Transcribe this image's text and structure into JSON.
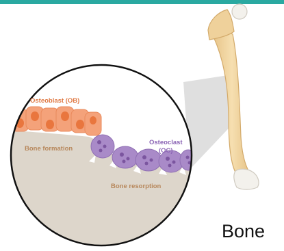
{
  "labels": {
    "osteoblast": "Osteoblast (OB)",
    "bone_formation": "Bone formation",
    "osteoclast_line1": "Osteoclast",
    "osteoclast_line2": "(OC)",
    "bone_resorption": "Bone resorption",
    "bone": "Bone"
  },
  "colors": {
    "top_bar": "#2aa9a1",
    "osteoblast_cell": "#f4a27a",
    "osteoblast_nucleus": "#e9763e",
    "osteoclast_cell": "#a98ac8",
    "osteoclast_nucleus": "#7b559f",
    "bone_matrix": "#ddd6cb",
    "bone_shaft": "#f1d6a3",
    "bone_head": "#f3f1ec",
    "label_orange": "#e07a45",
    "label_purple": "#8a63b4",
    "label_brown": "#b7875b"
  }
}
